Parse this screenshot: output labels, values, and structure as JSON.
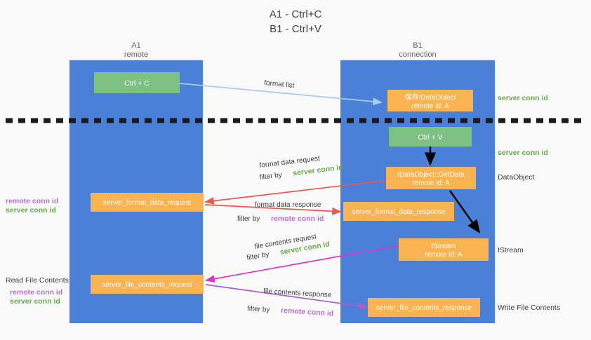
{
  "title": {
    "line1": "A1 - Ctrl+C",
    "line2": "B1 - Ctrl+V"
  },
  "columns": [
    {
      "name": "A1",
      "sub": "remote"
    },
    {
      "name": "B1",
      "sub": "connection"
    }
  ],
  "colors": {
    "column": "#4a80d8",
    "green_box": "#7cc183",
    "orange_box": "#f9b351",
    "server_conn": "#6aa84f",
    "remote_conn": "#c06cd0",
    "arrow_blue": "#a8ccee",
    "arrow_red": "#e8594f",
    "arrow_magenta": "#d936c9",
    "arrow_purple": "#a55fd0",
    "arrow_black": "#000000",
    "text": "#3c4043",
    "background": "#f9f9fa"
  },
  "boxes": {
    "ctrl_c": {
      "label": "Ctrl + C"
    },
    "ctrl_v": {
      "label": "Ctrl + V"
    },
    "idataobject": {
      "line1": "保存IDataObject",
      "line2": "remote id: A"
    },
    "getdata": {
      "line1": "IDataObject::GetData",
      "line2": "remote id: A"
    },
    "istream": {
      "line1": "IStream",
      "line2": "remote id: A"
    },
    "server_format_data_request": {
      "label": "server_format_data_request"
    },
    "server_format_data_response": {
      "label": "server_format_data_response"
    },
    "server_file_contents_request": {
      "label": "server_file_contents_request"
    },
    "server_file_contents_response": {
      "label": "server_file_contents_response"
    }
  },
  "arrow_labels": {
    "format_list": "format list",
    "format_data_request": "format data request",
    "format_data_request_filter_prefix": "filter by ",
    "format_data_request_filter_value": "server conn id",
    "format_data_response": "format data response",
    "format_data_response_filter_prefix": "filter by ",
    "format_data_response_filter_value": "remote conn id",
    "file_contents_request": "file contents request",
    "file_contents_request_filter_prefix": "filter by ",
    "file_contents_request_filter_value": "server conn id",
    "file_contents_response": "file contents response",
    "file_contents_response_filter_prefix": "filter by ",
    "file_contents_response_filter_value": "remote conn id"
  },
  "right_labels": {
    "server_conn_id_top": "server conn id",
    "server_conn_id_mid": "server conn id",
    "dataobject": "DataObject",
    "istream": "IStream",
    "write_file_contents": "Write File Contents"
  },
  "left_labels": {
    "remote_conn_id_upper": "remote conn id",
    "server_conn_id_upper": "server conn id",
    "read_file_contents": "Read File Contents",
    "remote_conn_id_lower": "remote conn id",
    "server_conn_id_lower": "server conn id"
  }
}
